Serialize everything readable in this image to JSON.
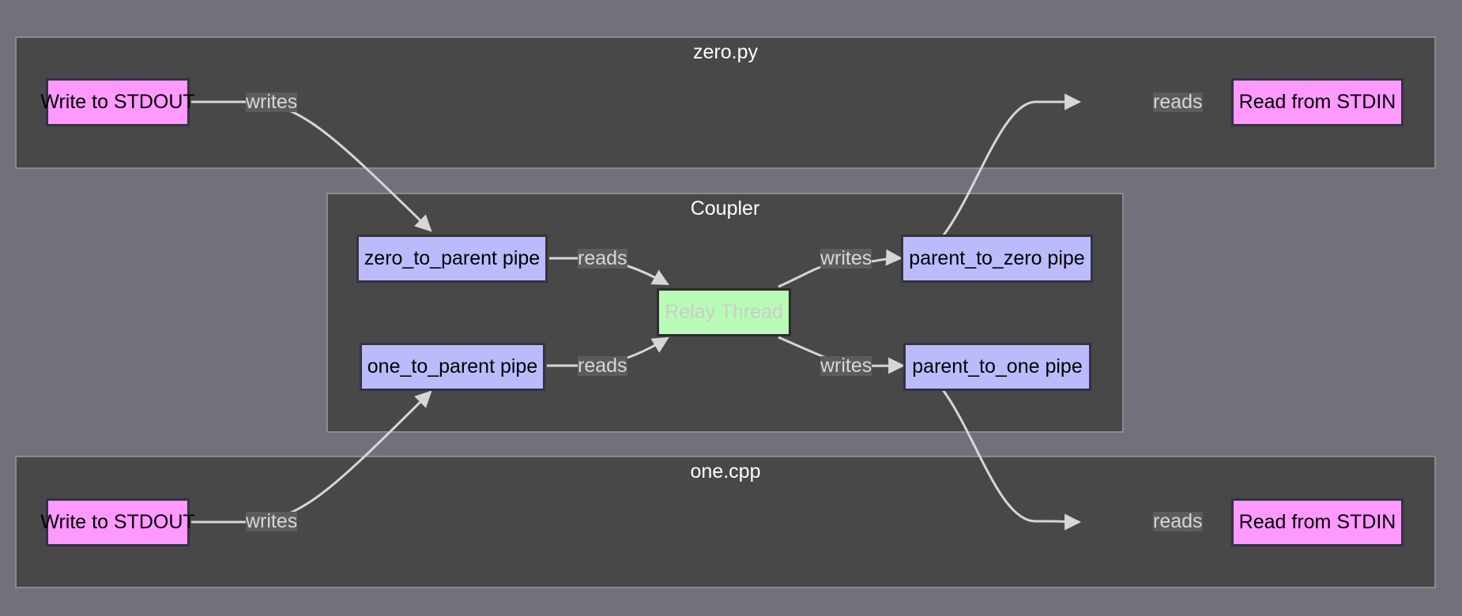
{
  "clusters": {
    "zero": {
      "title": "zero.py"
    },
    "coupler": {
      "title": "Coupler"
    },
    "one": {
      "title": "one.cpp"
    }
  },
  "nodes": {
    "zero_write": "Write to STDOUT",
    "zero_read": "Read from STDIN",
    "zero_to_parent": "zero_to_parent pipe",
    "one_to_parent": "one_to_parent pipe",
    "relay": "Relay Thread",
    "parent_to_zero": "parent_to_zero pipe",
    "parent_to_one": "parent_to_one pipe",
    "one_write": "Write to STDOUT",
    "one_read": "Read from STDIN"
  },
  "edges": [
    {
      "from": "zero_write",
      "to": "zero_to_parent",
      "label": "writes"
    },
    {
      "from": "zero_to_parent",
      "to": "relay",
      "label": "reads"
    },
    {
      "from": "one_to_parent",
      "to": "relay",
      "label": "reads"
    },
    {
      "from": "relay",
      "to": "parent_to_zero",
      "label": "writes"
    },
    {
      "from": "relay",
      "to": "parent_to_one",
      "label": "writes"
    },
    {
      "from": "parent_to_zero",
      "to": "zero_read",
      "label": "reads"
    },
    {
      "from": "parent_to_one",
      "to": "one_read",
      "label": "reads"
    },
    {
      "from": "one_write",
      "to": "one_to_parent",
      "label": "writes"
    }
  ],
  "colors": {
    "background": "#71717b",
    "cluster_fill": "#474847",
    "process_node": "#ff99ff",
    "pipe_node": "#bbbbfc",
    "relay_node": "#b8fbb7",
    "edge": "#d6d6d6"
  }
}
